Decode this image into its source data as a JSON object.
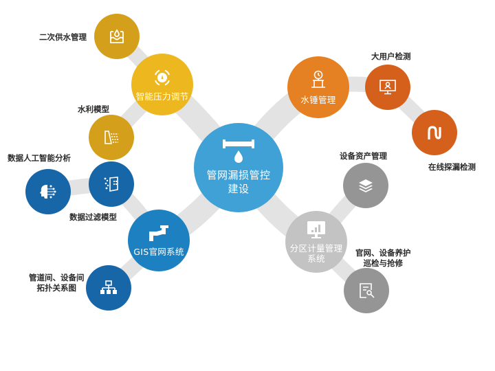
{
  "diagram": {
    "title": "管网漏损管控建设",
    "center": {
      "label_line1": "管网漏损管控",
      "label_line2": "建设",
      "color": "#3fa1d5",
      "icon": "pipe-drip-icon"
    },
    "link_color": "#e3e3e3",
    "branches": [
      {
        "id": "pressure",
        "label": "智能压力调节",
        "color": "#edb81f",
        "icon": "pressure-gauge-icon",
        "children": [
          {
            "label": "二次供水管理",
            "color": "#d4a01b",
            "icon": "water-tank-icon"
          },
          {
            "label": "水利模型",
            "color": "#d4a01b",
            "icon": "dam-model-icon"
          }
        ]
      },
      {
        "id": "gis",
        "label": "GIS官网系统",
        "color": "#1d80c0",
        "icon": "pipe-network-icon",
        "children": [
          {
            "label": "数据人工智能分析",
            "color": "#1666a8",
            "icon": "ai-head-icon"
          },
          {
            "label": "数据过滤模型",
            "color": "#1666a8",
            "icon": "data-filter-icon"
          },
          {
            "label_line1": "管道间、设备间",
            "label_line2": "拓扑关系图",
            "color": "#1666a8",
            "icon": "topology-icon"
          }
        ]
      },
      {
        "id": "hammer",
        "label": "水锤管理",
        "color": "#e58023",
        "icon": "water-hammer-icon",
        "children": [
          {
            "label": "大用户检测",
            "color": "#d5601c",
            "icon": "user-monitor-icon"
          },
          {
            "label": "在线探漏检测",
            "color": "#d5601c",
            "icon": "pipe-leak-icon"
          }
        ]
      },
      {
        "id": "dma",
        "label_line1": "分区计量管理",
        "label_line2": "系统",
        "color": "#c3c3c3",
        "icon": "chart-monitor-icon",
        "children": [
          {
            "label": "设备资产管理",
            "color": "#959595",
            "icon": "layers-icon"
          },
          {
            "label_line1": "官网、设备养护",
            "label_line2": "巡检与抢修",
            "color": "#959595",
            "icon": "maintenance-icon"
          }
        ]
      }
    ]
  }
}
